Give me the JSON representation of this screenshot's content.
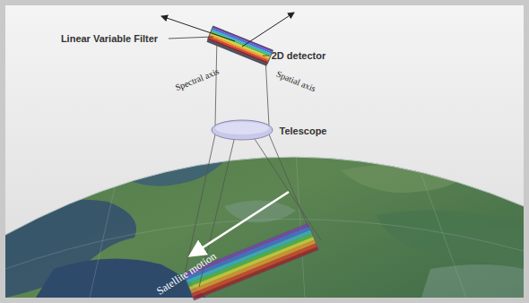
{
  "diagram": {
    "labels": [
      "Linear Variable Filter",
      "2D detector",
      "Spectral axis",
      "Spatial axis",
      "Telescope",
      "Satellite motion"
    ]
  }
}
